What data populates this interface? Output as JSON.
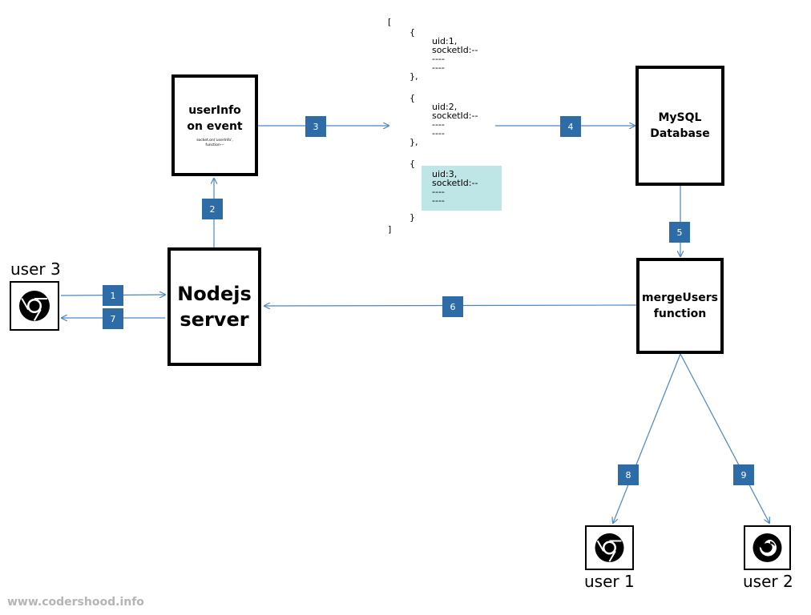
{
  "user_info_box": {
    "title": "userInfo\non event",
    "code": "socket.on('userInfo',\nfunction---"
  },
  "nodejs_box": {
    "title": "Nodejs\nserver"
  },
  "mysql_box": {
    "title": "MySQL\nDatabase"
  },
  "merge_box": {
    "title": "mergeUsers\nfunction"
  },
  "users": {
    "user3": "user 3",
    "user1": "user 1",
    "user2": "user 2"
  },
  "json_block": {
    "open_bracket": "[",
    "close_bracket": "]",
    "entry1": "{\n        uid:1,\n        socketId:--\n        ----\n        ----\n},",
    "entry2": "{\n        uid:2,\n        socketId:--\n        ----\n        ----\n},",
    "entry3_open": "{",
    "entry3_body": "uid:3,\nsocketId:--\n----\n----",
    "entry3_close": "}"
  },
  "steps": [
    "1",
    "2",
    "3",
    "4",
    "5",
    "6",
    "7",
    "8",
    "9"
  ],
  "icons": {
    "chrome": "chrome-icon",
    "firefox": "firefox-icon"
  },
  "colors": {
    "arrow": "#4a86c5",
    "badge": "#2e6ca8",
    "highlight": "#bfe6e6"
  },
  "footer": "www.codershood.info"
}
